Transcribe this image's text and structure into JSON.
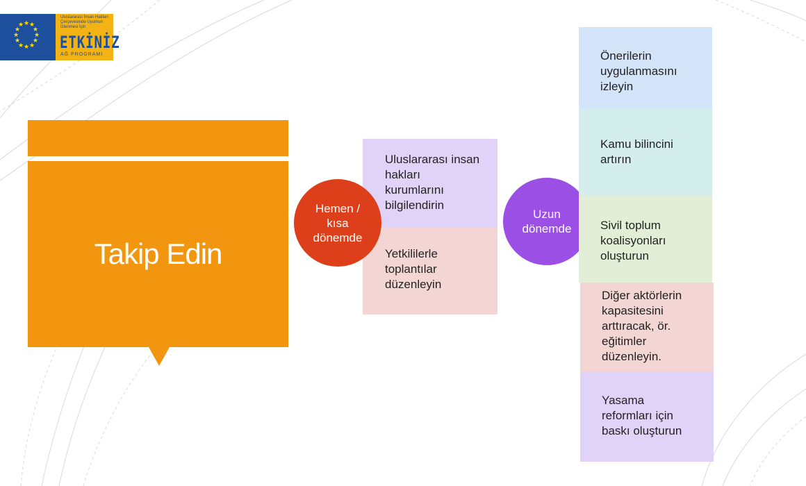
{
  "logo": {
    "small_text_line1": "Uluslararası İnsan Hakları",
    "small_text_line2": "Çerçevesinde Uyumun",
    "small_text_line3": "İzlenmesi İçin",
    "word": "ETKİNİZ",
    "program": "AĞ PROGRAMI"
  },
  "title": "Takip Edin",
  "short_term": {
    "circle_line1": "Hemen /",
    "circle_line2": "kısa",
    "circle_line3": "dönemde",
    "items": [
      {
        "lines": [
          "Uluslararası insan",
          "hakları",
          "kurumlarını",
          "bilgilendirin"
        ]
      },
      {
        "lines": [
          "Yetkililerle",
          "toplantılar",
          "düzenleyin"
        ]
      }
    ]
  },
  "long_term": {
    "circle_line1": "Uzun",
    "circle_line2": "dönemde",
    "items": [
      {
        "lines": [
          "Önerilerin",
          "uygulanmasını",
          "izleyin"
        ]
      },
      {
        "lines": [
          "Kamu bilincini",
          "artırın"
        ]
      },
      {
        "lines": [
          "Sivil toplum",
          "koalisyonları",
          "oluşturun"
        ]
      },
      {
        "lines": [
          "Diğer aktörlerin",
          "kapasitesini",
          "arttıracak, ör.",
          "eğitimler",
          "düzenleyin."
        ]
      },
      {
        "lines": [
          "Yasama",
          "reformları için",
          "baskı oluşturun"
        ]
      }
    ]
  },
  "colors": {
    "title_orange": "#f29610",
    "short_circle": "#dd3f1a",
    "long_circle": "#9b4fe4",
    "eu_blue": "#1d4f9c",
    "eu_star": "#ffdd00",
    "etkiniz_yellow": "#f3b314"
  }
}
